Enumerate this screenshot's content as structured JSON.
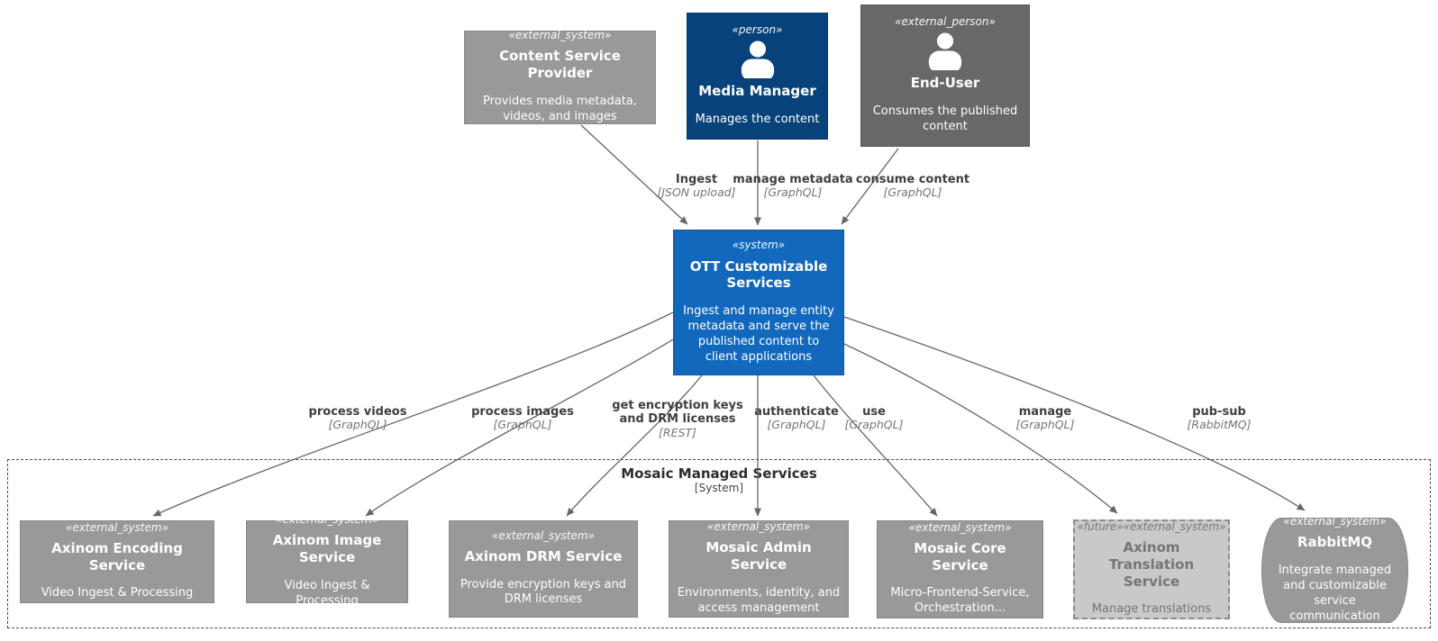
{
  "boundary": {
    "title": "Mosaic Managed Services",
    "subtitle": "[System]"
  },
  "nodes": {
    "csp": {
      "stereotype": "«external_system»",
      "name": "Content Service Provider",
      "description": "Provides media metadata, videos, and images"
    },
    "media_manager": {
      "stereotype": "«person»",
      "name": "Media Manager",
      "description": "Manages the content"
    },
    "end_user": {
      "stereotype": "«external_person»",
      "name": "End-User",
      "description": "Consumes the published content"
    },
    "ott": {
      "stereotype": "«system»",
      "name": "OTT Customizable Services",
      "description": "Ingest and manage entity metadata and serve the published content to client applications"
    },
    "encoding": {
      "stereotype": "«external_system»",
      "name": "Axinom Encoding Service",
      "description": "Video Ingest & Processing"
    },
    "image": {
      "stereotype": "«external_system»",
      "name": "Axinom Image Service",
      "description": "Video Ingest & Processing"
    },
    "drm": {
      "stereotype": "«external_system»",
      "name": "Axinom DRM Service",
      "description": "Provide encryption keys and DRM licenses"
    },
    "admin": {
      "stereotype": "«external_system»",
      "name": "Mosaic Admin Service",
      "description": "Environments, identity, and access management"
    },
    "core": {
      "stereotype": "«external_system»",
      "name": "Mosaic Core Service",
      "description": "Micro-Frontend-Service, Orchestration..."
    },
    "translation": {
      "stereotype": "«future»«external_system»",
      "name": "Axinom Translation Service",
      "description": "Manage translations"
    },
    "rabbitmq": {
      "stereotype": "«external_system»",
      "name": "RabbitMQ",
      "description": "Integrate managed and customizable service communication"
    }
  },
  "edges": {
    "ingest": {
      "from": "csp",
      "to": "ott",
      "label": "Ingest",
      "tech": "[JSON upload]"
    },
    "manage_metadata": {
      "from": "media_manager",
      "to": "ott",
      "label": "manage metadata",
      "tech": "[GraphQL]"
    },
    "consume_content": {
      "from": "end_user",
      "to": "ott",
      "label": "consume content",
      "tech": "[GraphQL]"
    },
    "process_videos": {
      "from": "ott",
      "to": "encoding",
      "label": "process videos",
      "tech": "[GraphQL]"
    },
    "process_images": {
      "from": "ott",
      "to": "image",
      "label": "process images",
      "tech": "[GraphQL]"
    },
    "get_keys": {
      "from": "ott",
      "to": "drm",
      "label": "get encryption keys and DRM licenses",
      "tech": "[REST]"
    },
    "authenticate": {
      "from": "ott",
      "to": "admin",
      "label": "authenticate",
      "tech": "[GraphQL]"
    },
    "use": {
      "from": "ott",
      "to": "core",
      "label": "use",
      "tech": "[GraphQL]"
    },
    "manage": {
      "from": "ott",
      "to": "translation",
      "label": "manage",
      "tech": "[GraphQL]"
    },
    "pub_sub": {
      "from": "ott",
      "to": "rabbitmq",
      "label": "pub-sub",
      "tech": "[RabbitMQ]"
    }
  },
  "colors": {
    "system": "#1168bd",
    "person": "#08427b",
    "external_system": "#999999",
    "external_person": "#686868",
    "future_system": "#c9c9c9",
    "edge_line": "#666666",
    "background": "#ffffff"
  }
}
